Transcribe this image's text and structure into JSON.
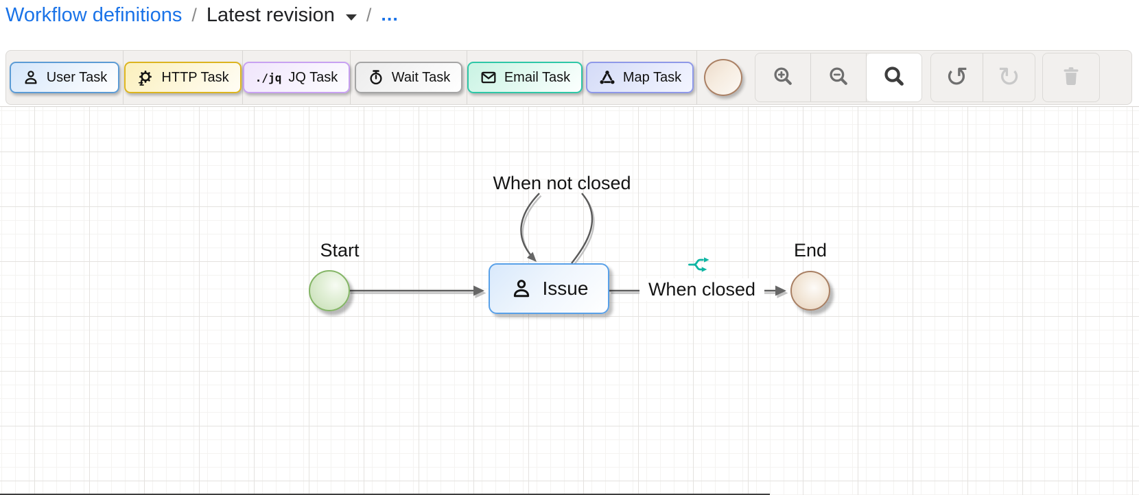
{
  "breadcrumb": {
    "root_link": "Workflow definitions",
    "separator": "/",
    "revision": "Latest revision",
    "overflow_link": "...",
    "link_color": "#1a73e8",
    "text_color": "#202124"
  },
  "toolbar": {
    "palette": [
      {
        "label": "User Task",
        "icon": "person-icon",
        "border_color": "#5b9bd5",
        "bg_from": "#d5e6fa",
        "bg_to": "#ffffff"
      },
      {
        "label": "HTTP Task",
        "icon": "gear-sync-icon",
        "border_color": "#dcb41f",
        "bg_from": "#fbf0bd",
        "bg_to": "#fffdf5"
      },
      {
        "label": "JQ Task",
        "icon": "jq-text-icon",
        "icon_text": "./jq",
        "border_color": "#c8a1f2",
        "bg_from": "#f0e5fc",
        "bg_to": "#fdfdff"
      },
      {
        "label": "Wait Task",
        "icon": "stopwatch-icon",
        "border_color": "#a5a5a5",
        "bg_from": "#ececec",
        "bg_to": "#ffffff"
      },
      {
        "label": "Email Task",
        "icon": "envelope-icon",
        "border_color": "#2ec7a7",
        "bg_from": "#c9f3e3",
        "bg_to": "#fcfffe"
      },
      {
        "label": "Map Task",
        "icon": "map-network-icon",
        "border_color": "#8e98e8",
        "bg_from": "#d4dbf7",
        "bg_to": "#f3f5ff"
      }
    ],
    "end_event": {
      "icon": "end-event-circle",
      "border_color": "#aa8064",
      "bg_from": "#ecdbca",
      "bg_to": "#fcf9f5"
    },
    "actions": {
      "zoom_in": {
        "icon": "zoom-in-icon",
        "enabled": true
      },
      "zoom_out": {
        "icon": "zoom-out-icon",
        "enabled": true
      },
      "search": {
        "icon": "search-icon",
        "enabled": true,
        "active": true
      },
      "undo": {
        "icon": "undo-icon",
        "enabled": true,
        "glyph": "↺"
      },
      "redo": {
        "icon": "redo-icon",
        "enabled": false,
        "glyph": "↻"
      },
      "delete": {
        "icon": "trash-icon",
        "enabled": false
      }
    }
  },
  "diagram": {
    "nodes": [
      {
        "id": "start",
        "type": "start-event",
        "label": "Start",
        "border_color": "#84b566",
        "fill_from": "#c4ddb2",
        "fill_to": "#f7fbf3"
      },
      {
        "id": "issue",
        "type": "user-task",
        "label": "Issue",
        "border_color": "#58a0e8",
        "fill_from": "#d9e9fb",
        "fill_to": "#ffffff"
      },
      {
        "id": "end",
        "type": "end-event",
        "label": "End",
        "border_color": "#a87f63",
        "fill_from": "#e5cfba",
        "fill_to": "#fdfbf8"
      }
    ],
    "edges": [
      {
        "from": "start",
        "to": "issue",
        "label": ""
      },
      {
        "from": "issue",
        "to": "issue",
        "label": "When not closed"
      },
      {
        "from": "issue",
        "to": "end",
        "label": "When closed",
        "condition_icon": "split-icon",
        "condition_color": "#0fb5a3"
      }
    ],
    "edge_color": "#5a5a5a",
    "edge_shadow_color": "#c2c2c2"
  }
}
